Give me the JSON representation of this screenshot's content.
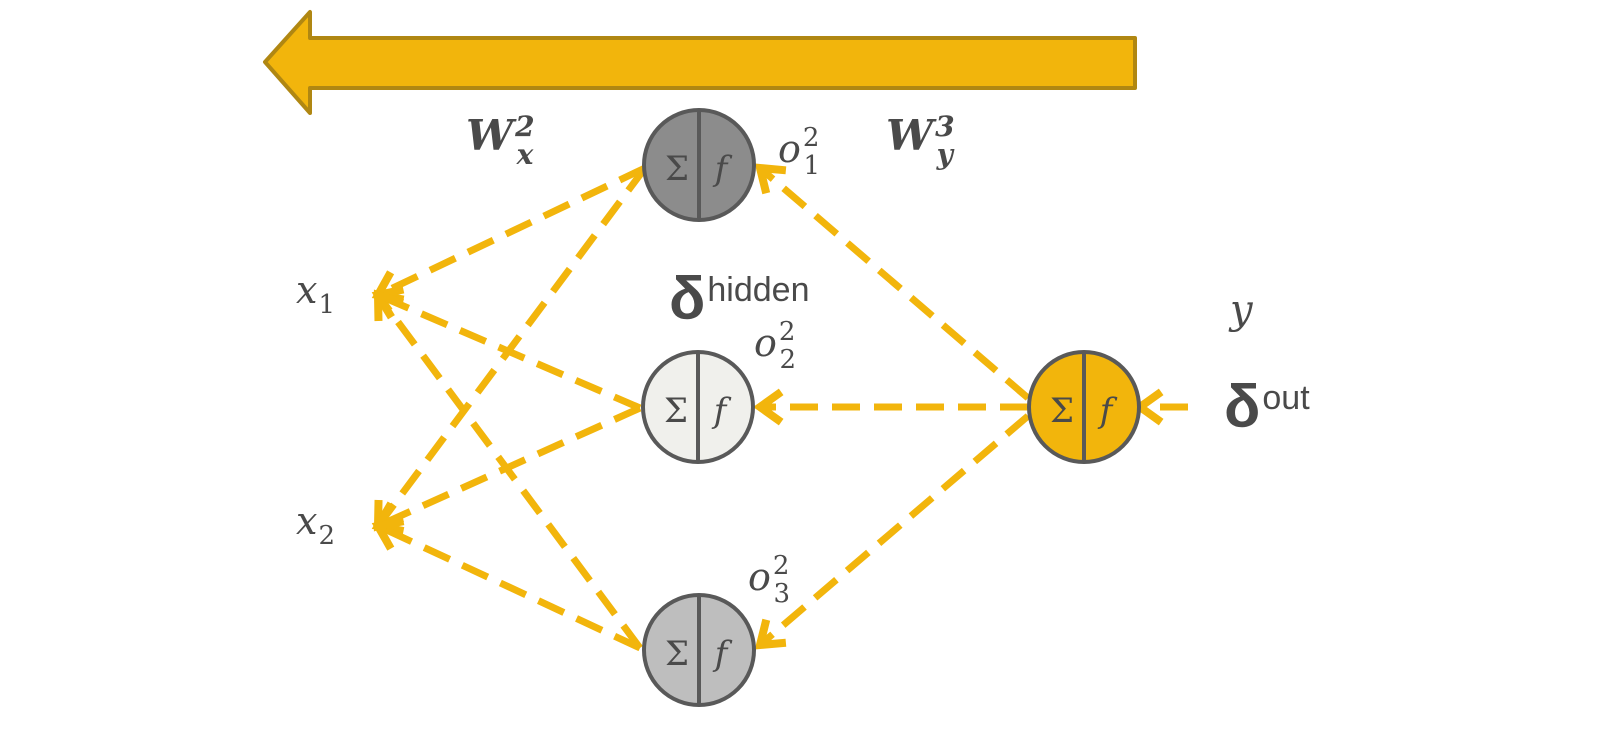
{
  "colors": {
    "accent": "#F2B50C",
    "accent_dark": "#B08712",
    "stroke": "#595959",
    "text": "#4a4a4a",
    "node_top": "#8C8C8C",
    "node_mid": "#F0F0EC",
    "node_bot": "#BEBEBE",
    "node_out": "#F2B50C"
  },
  "labels": {
    "weights_x": {
      "base": "W",
      "sup": "2",
      "sub": "x"
    },
    "weights_y": {
      "base": "W",
      "sup": "3",
      "sub": "y"
    },
    "x1": {
      "base": "x",
      "sub": "1"
    },
    "x2": {
      "base": "x",
      "sub": "2"
    },
    "y": "y",
    "o1": {
      "base": "o",
      "sup": "2",
      "sub": "1"
    },
    "o2": {
      "base": "o",
      "sup": "2",
      "sub": "2"
    },
    "o3": {
      "base": "o",
      "sup": "2",
      "sub": "3"
    },
    "delta_hidden": {
      "symbol": "δ",
      "sup": "hidden"
    },
    "delta_out": {
      "symbol": "δ",
      "sup": "out"
    }
  },
  "node_symbols": {
    "sum": "Σ",
    "func": "f"
  },
  "direction_arrow": "backward-arrow-icon"
}
